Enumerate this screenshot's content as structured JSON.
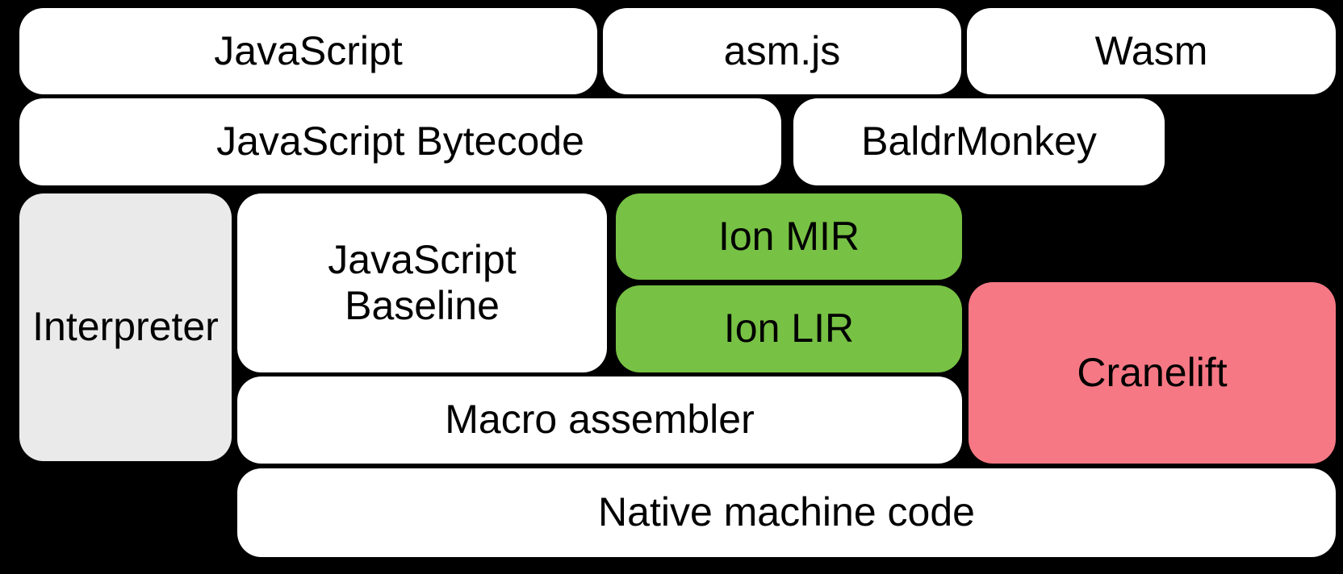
{
  "colors": {
    "background": "#000000",
    "text": "#000000",
    "white": "#ffffff",
    "gray": "#eaeaea",
    "green": "#77c144",
    "pink": "#f67884"
  },
  "boxes": [
    {
      "key": "javascript",
      "label": "JavaScript",
      "fill": "white"
    },
    {
      "key": "asmjs",
      "label": "asm.js",
      "fill": "white"
    },
    {
      "key": "wasm",
      "label": "Wasm",
      "fill": "white"
    },
    {
      "key": "bytecode",
      "label": "JavaScript Bytecode",
      "fill": "white"
    },
    {
      "key": "baldrmonkey",
      "label": "BaldrMonkey",
      "fill": "white"
    },
    {
      "key": "interpreter",
      "label": "Interpreter",
      "fill": "gray"
    },
    {
      "key": "baseline",
      "label": "JavaScript\nBaseline",
      "fill": "white"
    },
    {
      "key": "ionmir",
      "label": "Ion MIR",
      "fill": "green"
    },
    {
      "key": "ionlir",
      "label": "Ion LIR",
      "fill": "green"
    },
    {
      "key": "cranelift",
      "label": "Cranelift",
      "fill": "pink"
    },
    {
      "key": "macro",
      "label": "Macro assembler",
      "fill": "white"
    },
    {
      "key": "native",
      "label": "Native machine code",
      "fill": "white"
    }
  ]
}
